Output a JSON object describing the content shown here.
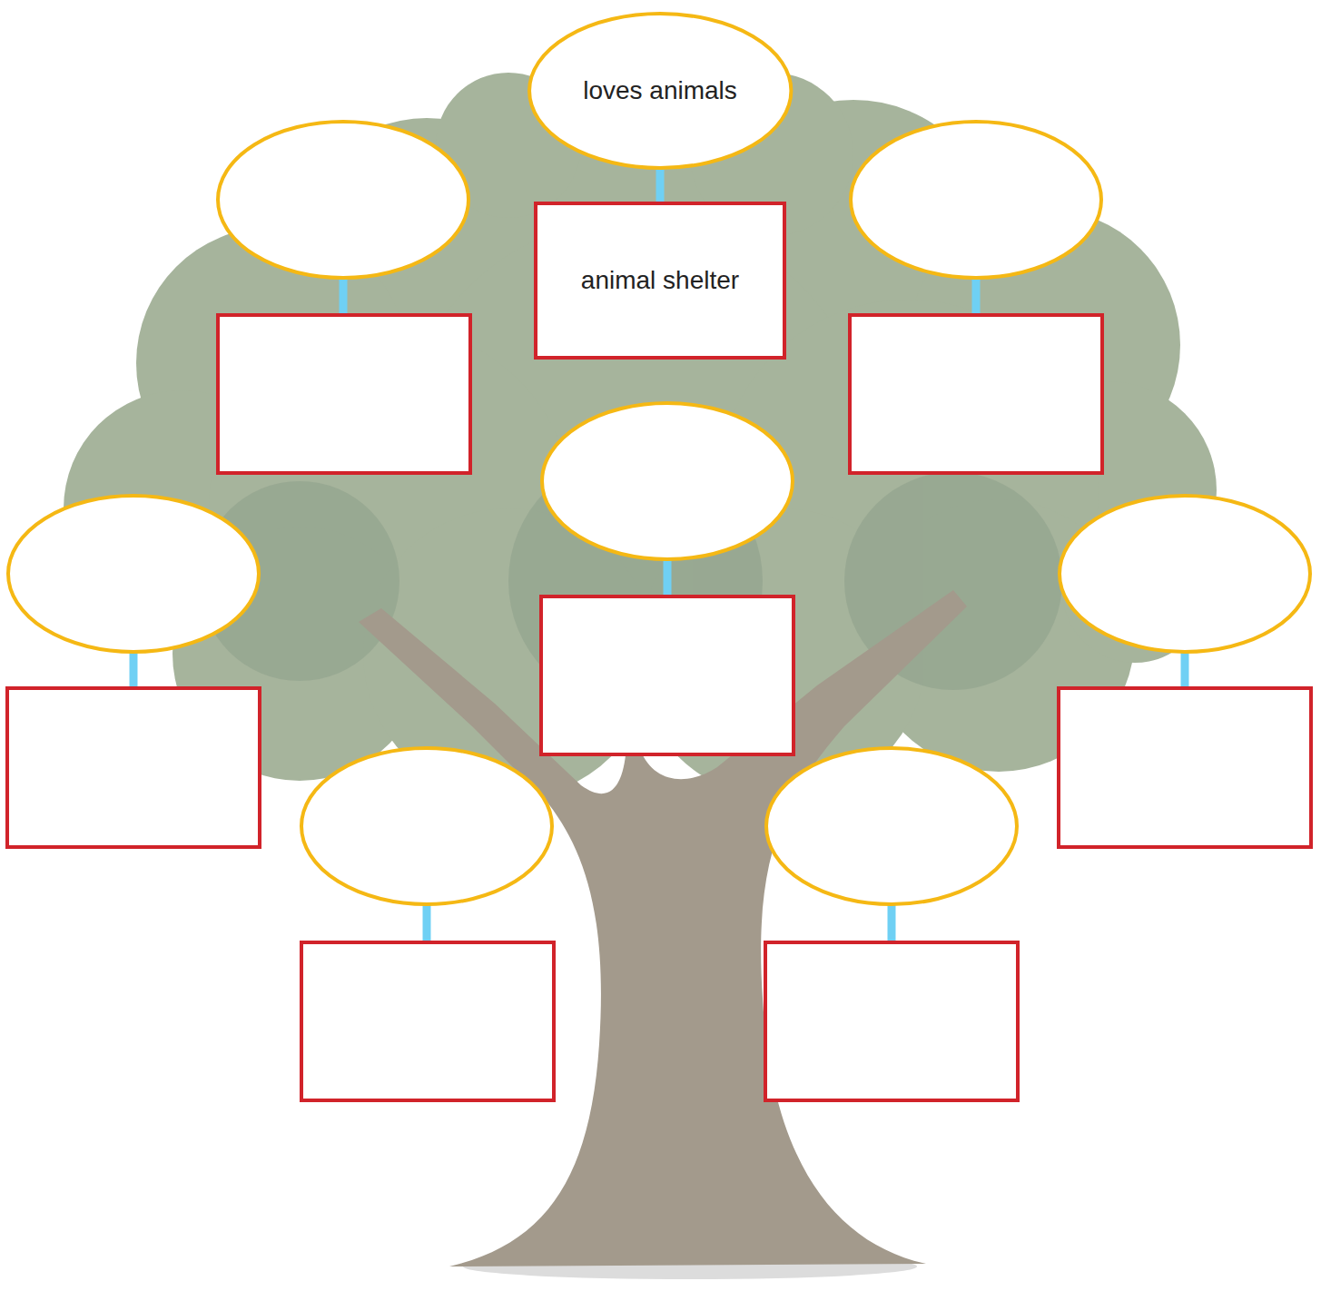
{
  "diagram": {
    "nodes": [
      {
        "text": [
          "loves animals"
        ]
      },
      {
        "text": [
          "animal shelter"
        ]
      }
    ],
    "edges": [
      {
        "from": 0,
        "to": 1,
        "arrow": "none"
      }
    ]
  }
}
